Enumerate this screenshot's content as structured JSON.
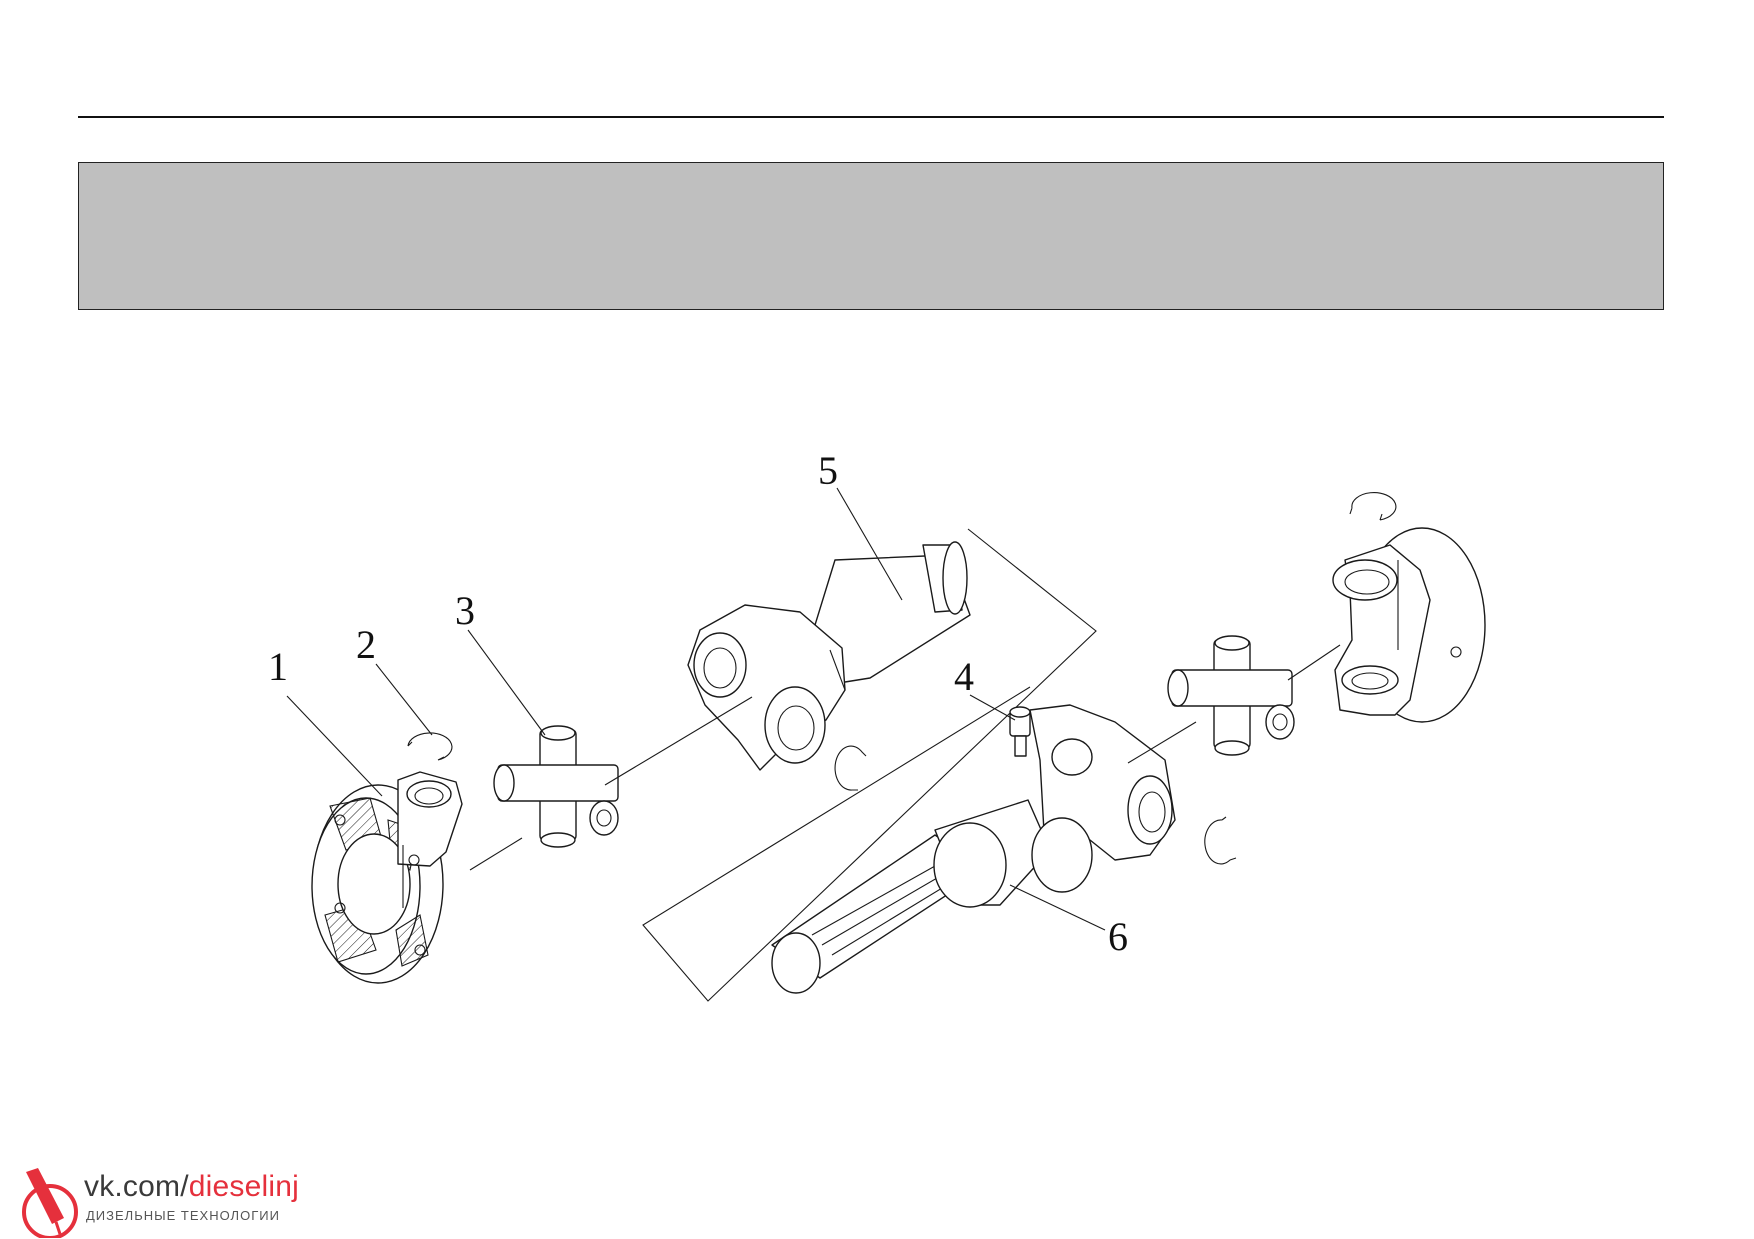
{
  "callouts": [
    {
      "id": "1",
      "text": "1"
    },
    {
      "id": "2",
      "text": "2"
    },
    {
      "id": "3",
      "text": "3"
    },
    {
      "id": "4",
      "text": "4"
    },
    {
      "id": "5",
      "text": "5"
    },
    {
      "id": "6",
      "text": "6"
    }
  ],
  "watermark": {
    "url_prefix": "vk.com/",
    "url_accent": "dieselinj",
    "subtitle": "ДИЗЕЛЬНЫЕ ТЕХНОЛОГИИ",
    "icon": "injector-icon",
    "accent_color": "#e5303c"
  },
  "colors": {
    "header_band": "#bfbfbf",
    "line": "#1a1a1a"
  }
}
